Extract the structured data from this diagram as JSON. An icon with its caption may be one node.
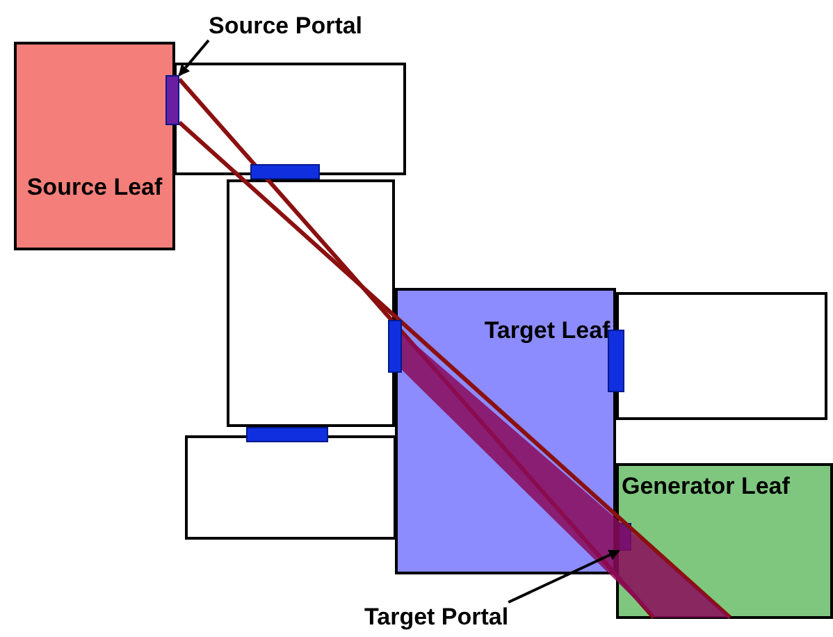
{
  "diagram": {
    "nodes": [
      {
        "text": [
          "Source Portal"
        ]
      },
      {
        "text": [
          "Source Leaf"
        ]
      },
      {
        "text": [],
        "shape": "bar"
      },
      {
        "text": [],
        "shape": "box"
      },
      {
        "text": [],
        "shape": "bar"
      },
      {
        "text": [],
        "shape": "box"
      },
      {
        "text": [
          "Target Leaf"
        ]
      },
      {
        "text": [],
        "shape": "bar"
      },
      {
        "text": [],
        "shape": "box"
      },
      {
        "text": [],
        "shape": "bar"
      },
      {
        "text": [],
        "shape": "box"
      },
      {
        "text": [],
        "shape": "bar"
      },
      {
        "text": [
          "Generator Leaf"
        ]
      },
      {
        "text": [],
        "shape": "bar",
        "in": 12
      },
      {
        "text": [
          "Target Portal"
        ]
      }
    ],
    "edges": [
      {
        "from": 0,
        "to": 2,
        "arrow": "to"
      },
      {
        "from": 14,
        "to": 13,
        "arrow": "to"
      }
    ]
  }
}
